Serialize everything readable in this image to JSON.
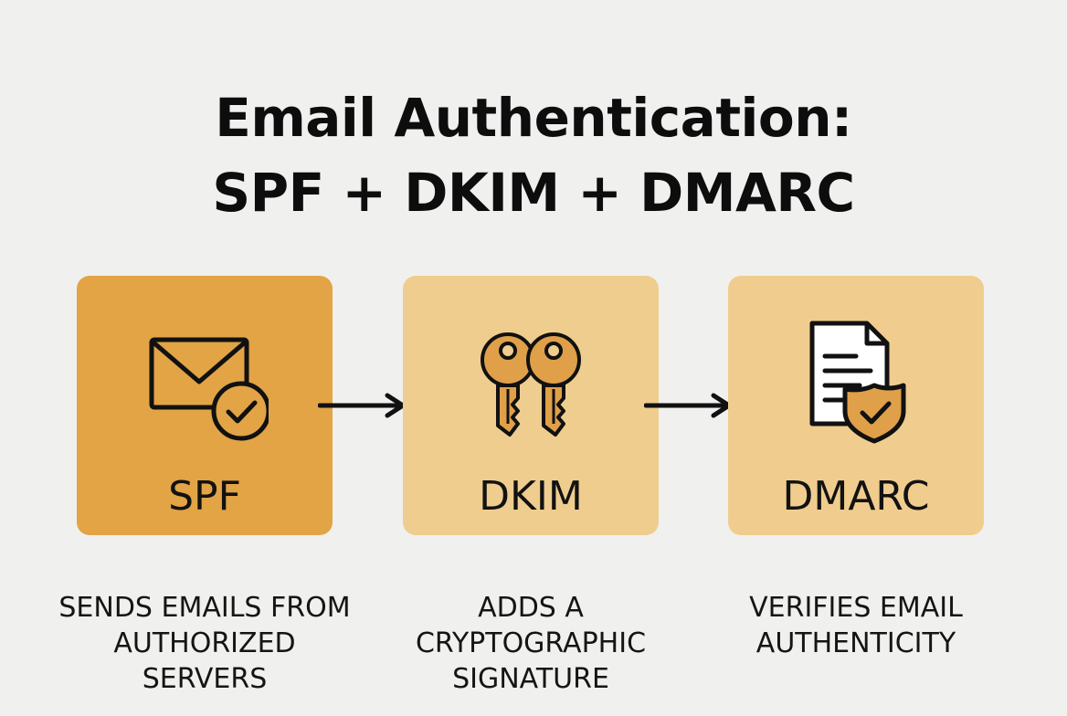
{
  "title": {
    "line1": "Email Authentication:",
    "line2": "SPF + DKIM + DMARC"
  },
  "steps": [
    {
      "label": "SPF",
      "icon": "envelope-check-icon",
      "color": "#e2a445",
      "description": [
        "SENDS EMAILS FROM",
        "AUTHORIZED",
        "SERVERS"
      ]
    },
    {
      "label": "DKIM",
      "icon": "keys-icon",
      "color": "#efcd8f",
      "description": [
        "ADDS A",
        "CRYPTOGRAPHIC",
        "SIGNATURE"
      ]
    },
    {
      "label": "DMARC",
      "icon": "document-shield-icon",
      "color": "#f0cd8e",
      "description": [
        "VERIFIES EMAIL",
        "AUTHENTICITY"
      ]
    }
  ],
  "colors": {
    "background": "#f0f0ef",
    "ink": "#111111",
    "icon_fill": "#dfa049",
    "doc_fill": "#ffffff"
  }
}
